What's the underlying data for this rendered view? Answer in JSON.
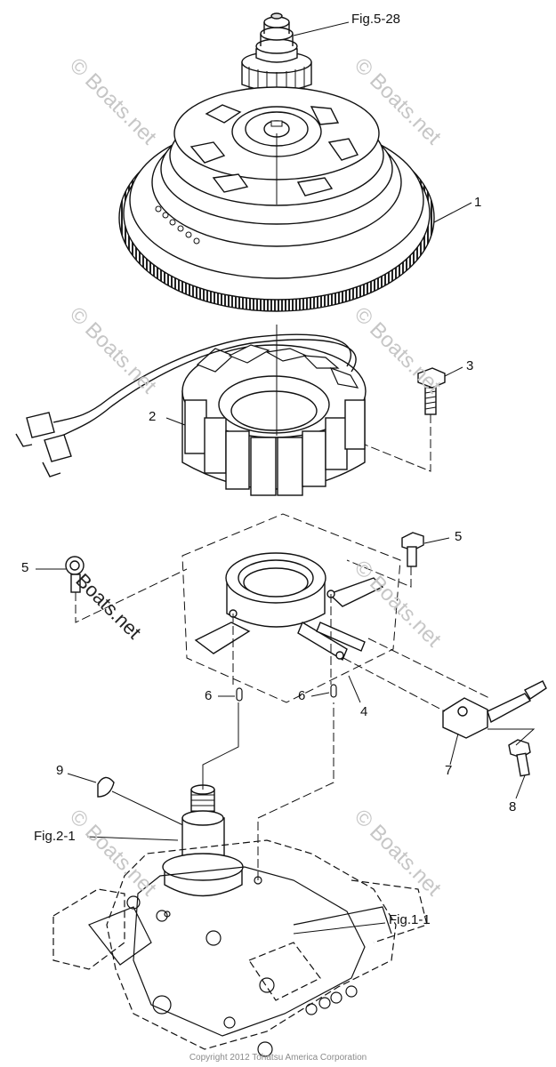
{
  "diagram": {
    "watermarks": [
      "© Boats.net",
      "Boats.net"
    ],
    "callouts": {
      "fig_5_28": "Fig.5-28",
      "p1": "1",
      "p2": "2",
      "p3": "3",
      "p4": "4",
      "p5a": "5",
      "p5b": "5",
      "p6a": "6",
      "p6b": "6",
      "p7": "7",
      "p8": "8",
      "p9": "9",
      "fig_2_1": "Fig.2-1",
      "fig_1_1": "Fig.1-1"
    },
    "copyright": "Copyright 2012 Tohatsu America Corporation"
  }
}
